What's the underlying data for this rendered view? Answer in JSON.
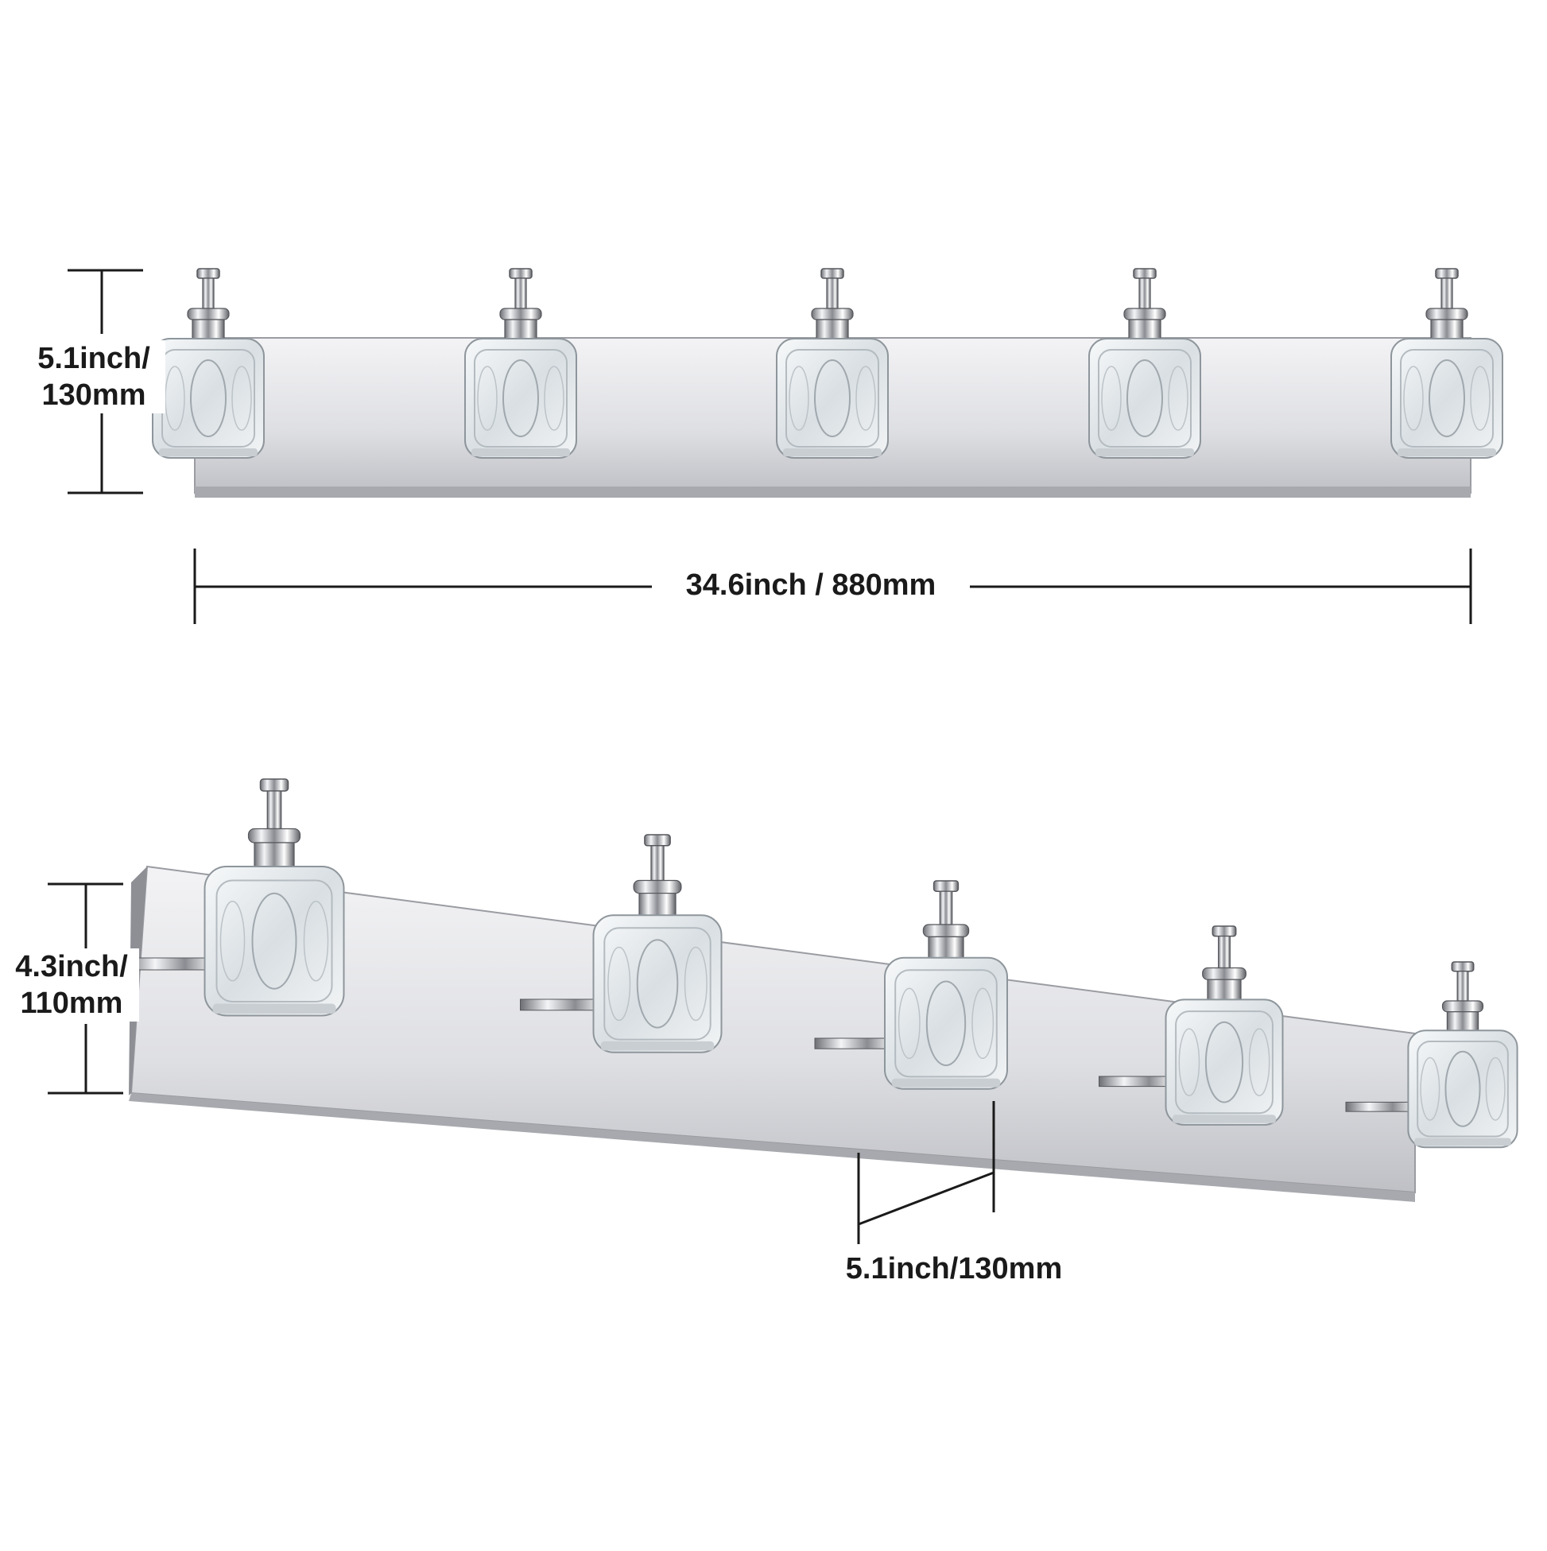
{
  "dimensions": {
    "front_height": {
      "line1": "5.1inch/",
      "line2": "130mm"
    },
    "front_width": "34.6inch / 880mm",
    "side_height": {
      "line1": "4.3inch/",
      "line2": "110mm"
    },
    "side_depth": "5.1inch/130mm"
  },
  "fixture": {
    "light_count": 5,
    "finish_color": "#cfcfd4",
    "glass_color": "#e8edf0",
    "dimension_line_color": "#1a1a1a"
  }
}
